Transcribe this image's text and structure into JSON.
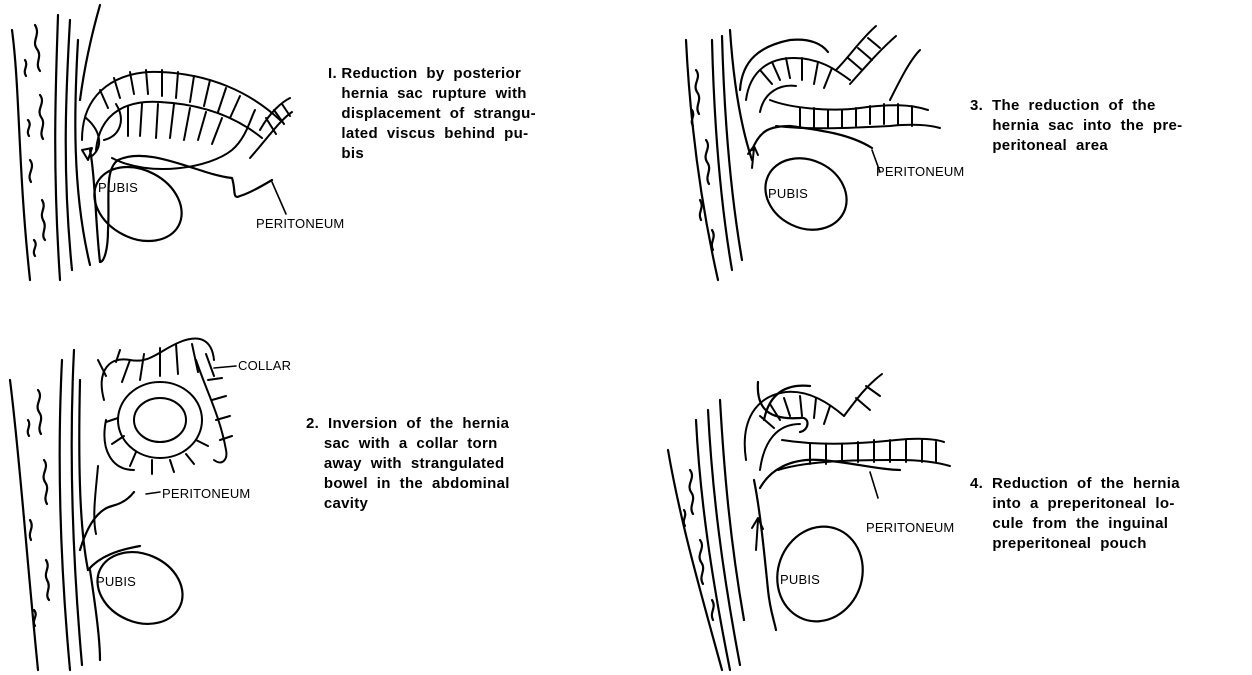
{
  "panels": [
    {
      "caption": "I. Reduction  by  posterior\n   hernia  sac  rupture  with\n   displacement  of  strangu-\n   lated  viscus  behind  pu-\n   bis",
      "labels": {
        "pubis": "PUBIS",
        "peritoneum": "PERITONEUM"
      }
    },
    {
      "caption": "2.  Inversion  of  the  hernia\n    sac  with  a  collar  torn\n    away  with  strangulated\n    bowel  in  the  abdominal\n    cavity",
      "labels": {
        "collar": "COLLAR",
        "pubis": "PUBIS",
        "peritoneum": "PERITONEUM"
      }
    },
    {
      "caption": "3.  The  reduction  of  the\n     hernia  sac  into  the  pre-\n     peritoneal  area",
      "labels": {
        "pubis": "PUBIS",
        "peritoneum": "PERITONEUM"
      }
    },
    {
      "caption": "4.  Reduction  of  the  hernia\n     into  a  preperitoneal  lo-\n     cule  from  the  inguinal\n     preperitoneal  pouch",
      "labels": {
        "pubis": "PUBIS",
        "peritoneum": "PERITONEUM"
      }
    }
  ],
  "colors": {
    "ink": "#000000",
    "paper": "#ffffff"
  }
}
